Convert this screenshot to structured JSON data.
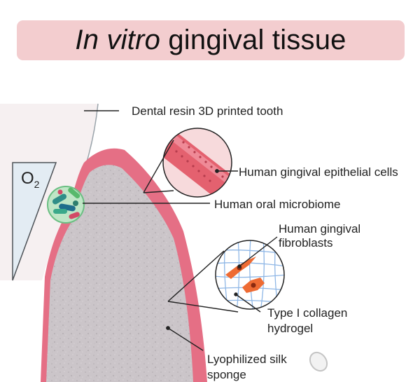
{
  "title": {
    "italic": "In vitro",
    "rest": " gingival tissue"
  },
  "oxygen": {
    "symbol": "O",
    "subscript": "2"
  },
  "labels": {
    "tooth": "Dental resin 3D printed tooth",
    "epithelial": "Human gingival epithelial cells",
    "microbiome": "Human oral microbiome",
    "fibroblasts_line1": "Human gingival",
    "fibroblasts_line2": "fibroblasts",
    "collagen_line1": "Type I collagen",
    "collagen_line2": "hydrogel",
    "silk_line1": "Lyophilized silk",
    "silk_line2": "sponge"
  },
  "colors": {
    "banner": "#f3cdcf",
    "gingiva": "#e56f85",
    "sponge": "#c9c4c8",
    "tooth": "#f6f0f1",
    "collagen": "#8fb7e6",
    "fibroblast": "#ee6b33"
  },
  "icons": [
    "oral-microbiome-icon",
    "epithelial-zoom-icon",
    "fibroblast-zoom-icon",
    "silk-sponge-piece-icon"
  ]
}
